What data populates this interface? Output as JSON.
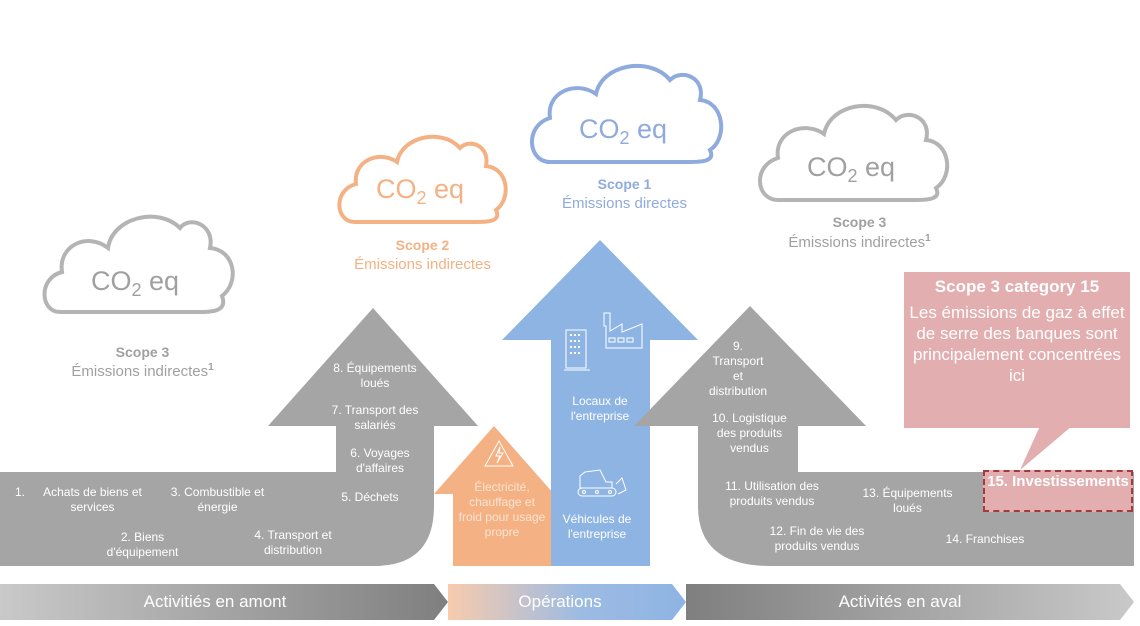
{
  "colors": {
    "gray_shape": "#a5a5a5",
    "gray_cloud": "#b4b4b4",
    "gray_text": "#a0a0a0",
    "orange": "#f4b183",
    "orange_text": "#f4b183",
    "blue": "#8eb4e3",
    "blue_text": "#8faadc",
    "pink": "#e2aeaf",
    "pink_border": "#a33a3e"
  },
  "clouds": [
    {
      "id": "scope3-left",
      "co2": "CO",
      "sub": "2",
      "eq": " eq",
      "title": "Scope 3",
      "subtitle": "Émissions indirectes",
      "footnote": "1"
    },
    {
      "id": "scope2",
      "co2": "CO",
      "sub": "2",
      "eq": " eq",
      "title": "Scope 2",
      "subtitle": "Émissions indirectes",
      "footnote": ""
    },
    {
      "id": "scope1",
      "co2": "CO",
      "sub": "2",
      "eq": " eq",
      "title": "Scope 1",
      "subtitle": "Émissions directes",
      "footnote": ""
    },
    {
      "id": "scope3-right",
      "co2": "CO",
      "sub": "2",
      "eq": " eq",
      "title": "Scope 3",
      "subtitle": "Émissions indirectes",
      "footnote": "1"
    }
  ],
  "upstream": {
    "items": [
      {
        "num": "1.",
        "label": "Achats de biens et services"
      },
      {
        "label": "2. Biens d'équipement"
      },
      {
        "label": "3. Combustible et énergie"
      },
      {
        "label": "4. Transport et distribution"
      },
      {
        "label": "5. Déchets"
      },
      {
        "label": "6. Voyages d'affaires"
      },
      {
        "label": "7. Transport des salariés"
      },
      {
        "label": "8. Équipements loués"
      }
    ]
  },
  "operations": {
    "scope2_label": "Électricité, chauffage et froid pour usage propre",
    "scope1_premises": "Locaux de l'entreprise",
    "scope1_vehicles": "Véhicules de l'entreprise"
  },
  "downstream": {
    "items": [
      {
        "label": "9. Transport et distribution"
      },
      {
        "label": "10. Logistique des produits vendus"
      },
      {
        "label": "11. Utilisation des produits vendus"
      },
      {
        "label": "12. Fin de vie des produits vendus"
      },
      {
        "label": "13. Équipements loués"
      },
      {
        "label": "14. Franchises"
      },
      {
        "label": "15. Investissements"
      }
    ]
  },
  "callout": {
    "title": "Scope 3 category 15",
    "body": "Les émissions de gaz à effet de serre des banques sont principalement concentrées ici"
  },
  "bands": [
    {
      "label": "Activitiés en amont"
    },
    {
      "label": "Opérations"
    },
    {
      "label": "Activités en aval"
    }
  ]
}
